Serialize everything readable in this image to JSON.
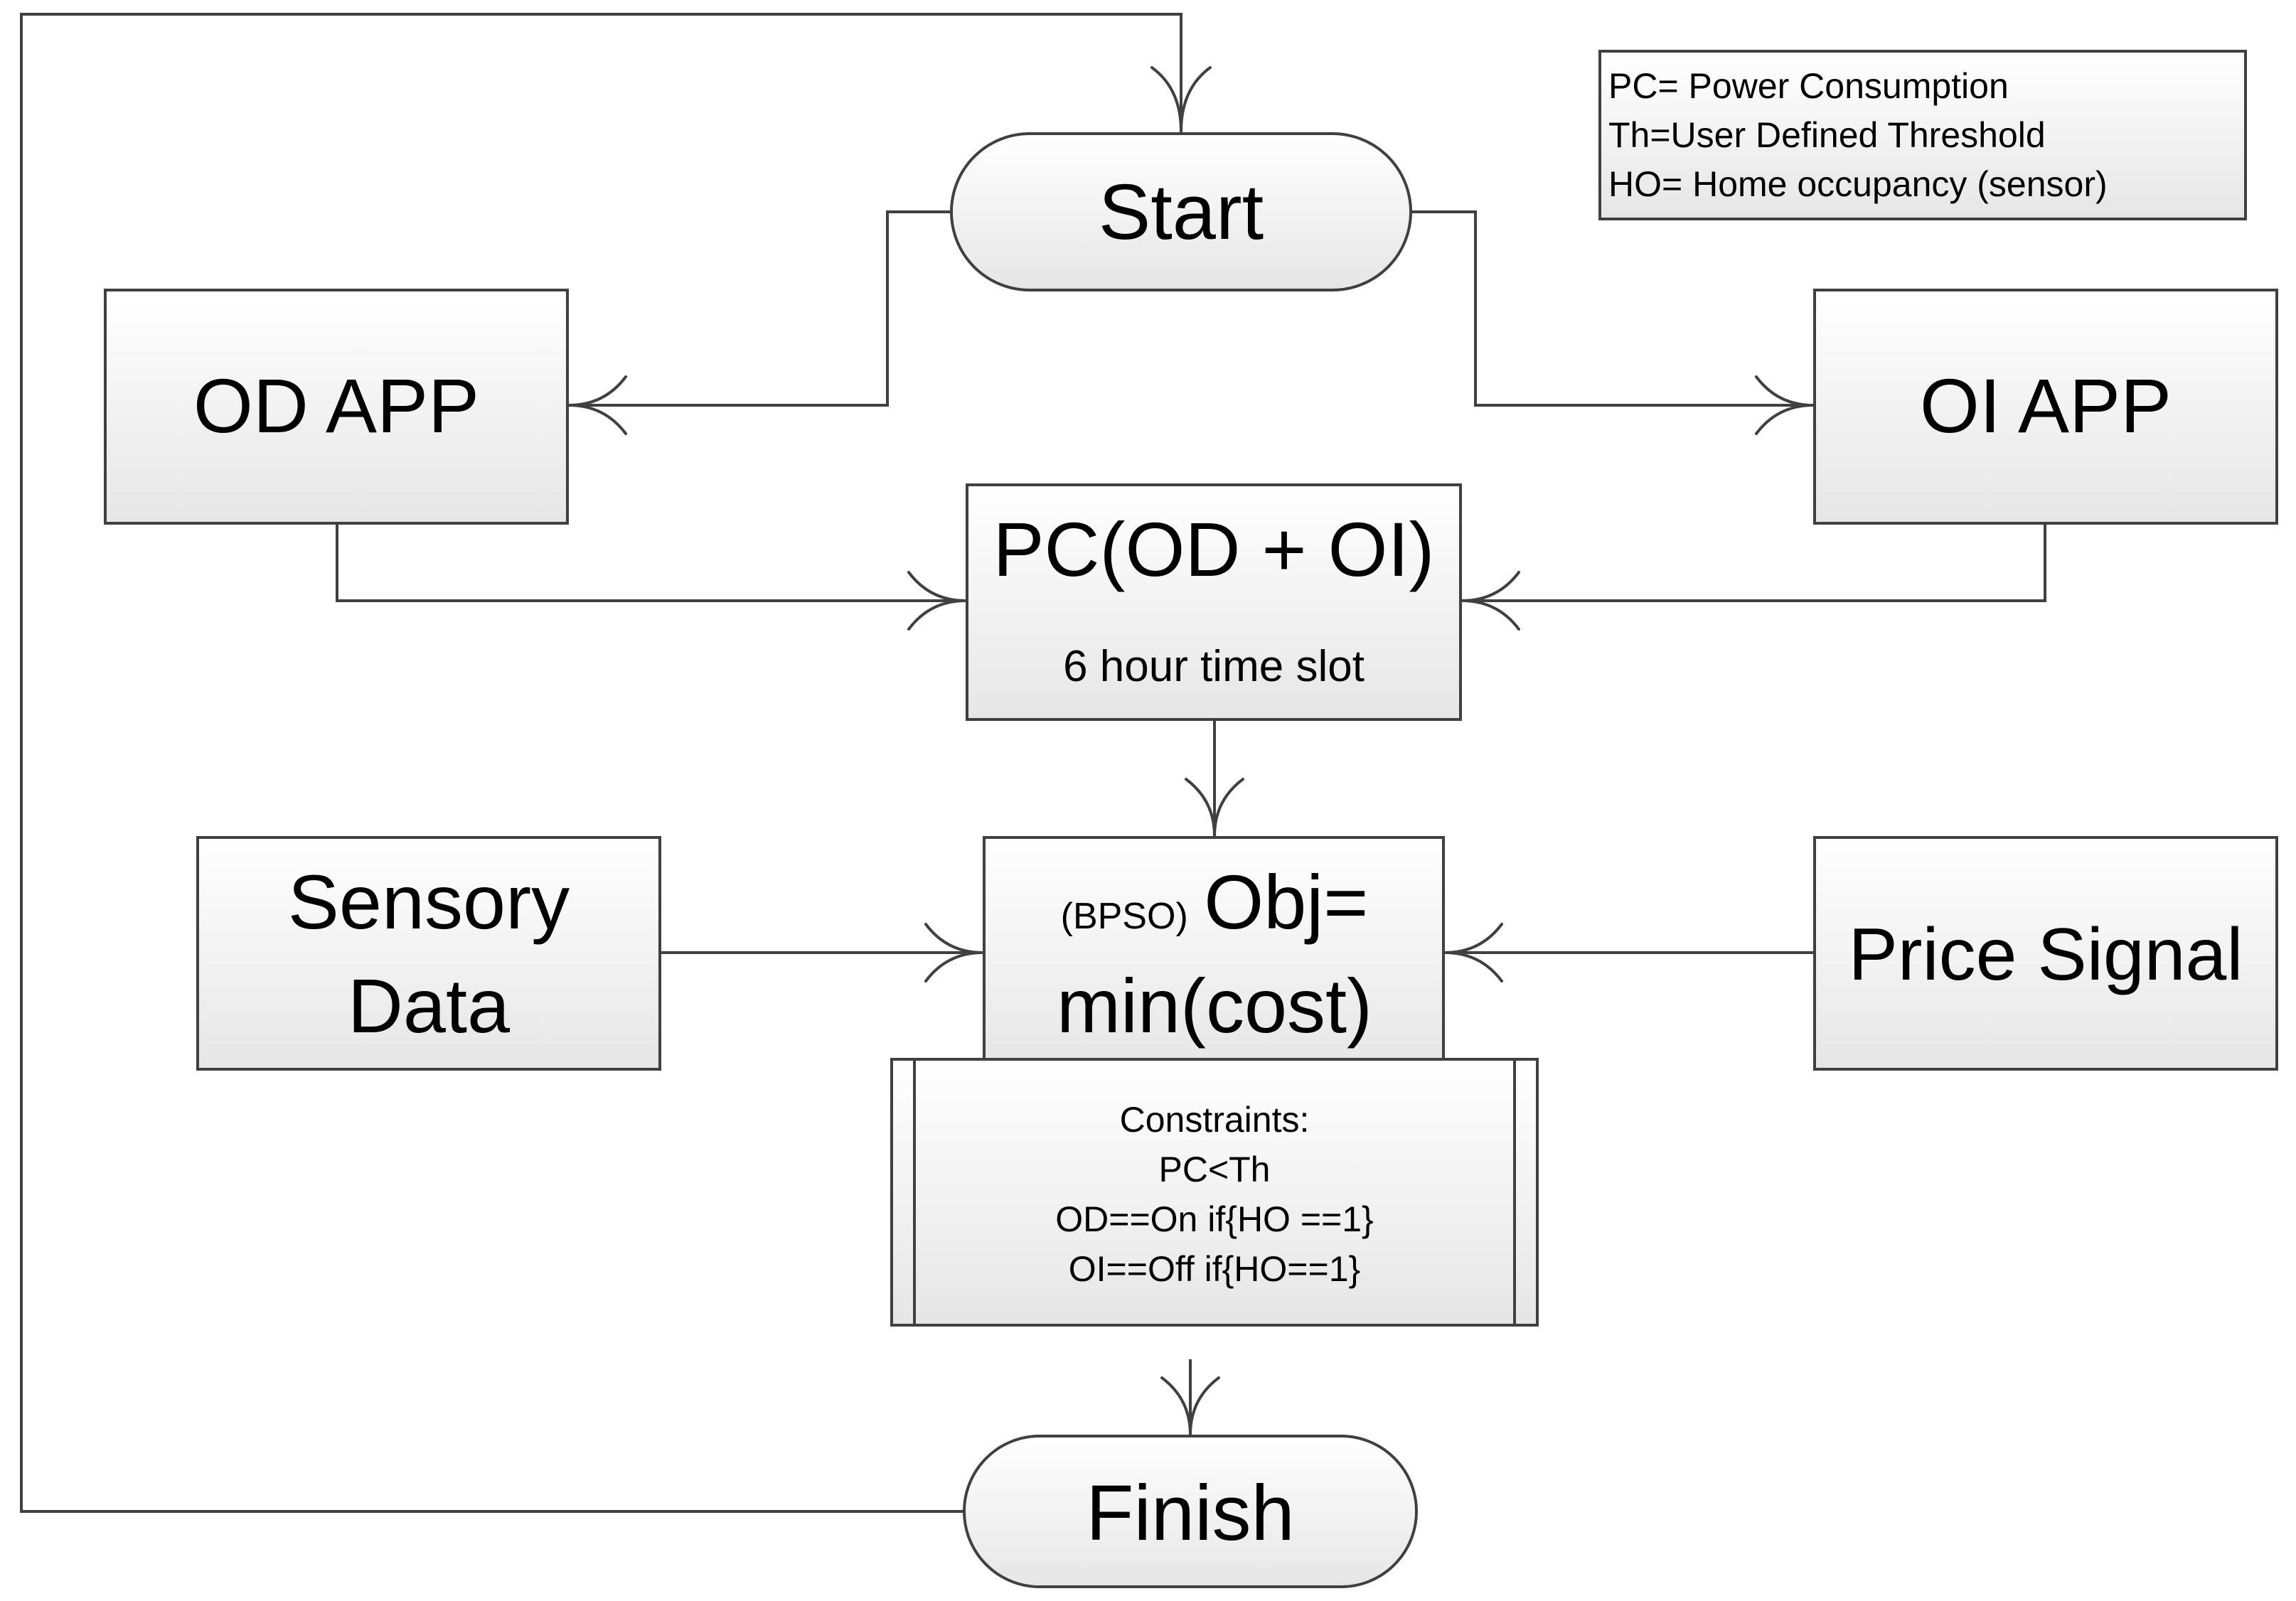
{
  "legend": {
    "lines": [
      "PC= Power Consumption",
      "Th=User Defined Threshold",
      "HO= Home occupancy (sensor)"
    ]
  },
  "nodes": {
    "start": {
      "label": "Start"
    },
    "od_app": {
      "label": "OD APP"
    },
    "oi_app": {
      "label": "OI APP"
    },
    "pc": {
      "title": "PC(OD + OI)",
      "subtitle": "6 hour time slot"
    },
    "sensory": {
      "line1": "Sensory",
      "line2": "Data"
    },
    "objective": {
      "prefix": "(BPSO)",
      "line1": "Obj=",
      "line2": "min(cost)"
    },
    "price": {
      "label": "Price Signal"
    },
    "constraints": {
      "lines": [
        "Constraints:",
        "PC<Th",
        "OD==On if{HO ==1}",
        "OI==Off if{HO==1}"
      ]
    },
    "finish": {
      "label": "Finish"
    }
  },
  "colors": {
    "box_fill_top": "#ffffff",
    "box_fill_bottom": "#e6e6e6",
    "stroke": "#404040"
  }
}
